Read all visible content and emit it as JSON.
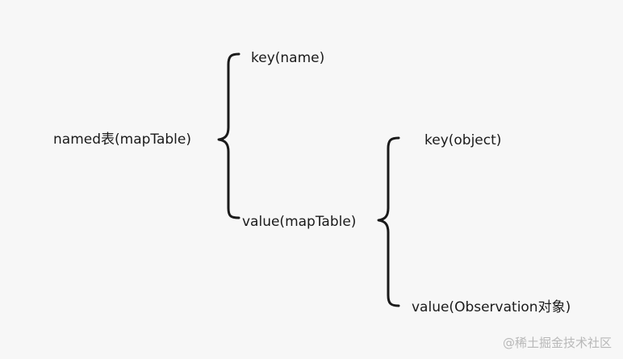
{
  "diagram": {
    "root": {
      "label": "named表(mapTable)"
    },
    "level1": {
      "key": "key(name)",
      "value": "value(mapTable)"
    },
    "level2": {
      "key": "key(object)",
      "value": "value(Observation对象)"
    }
  },
  "watermark": "@稀土掘金技术社区"
}
